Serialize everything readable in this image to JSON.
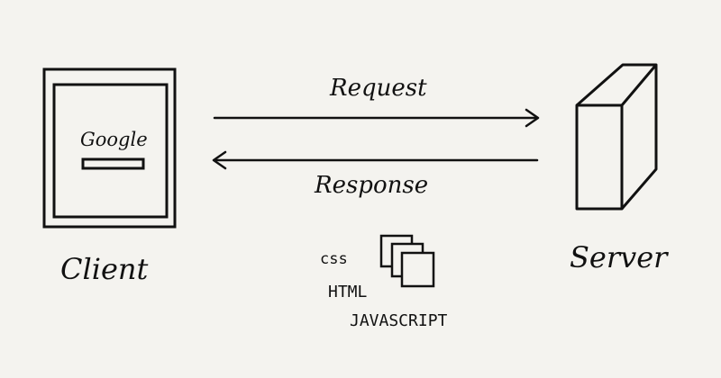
{
  "client": {
    "label": "Client",
    "screen_text": "Google"
  },
  "server": {
    "label": "Server"
  },
  "arrows": {
    "request_label": "Request",
    "response_label": "Response"
  },
  "assets": [
    "css",
    "HTML",
    "JAVASCRIPT"
  ],
  "colors": {
    "background": "#f4f3ef",
    "ink": "#111111"
  }
}
